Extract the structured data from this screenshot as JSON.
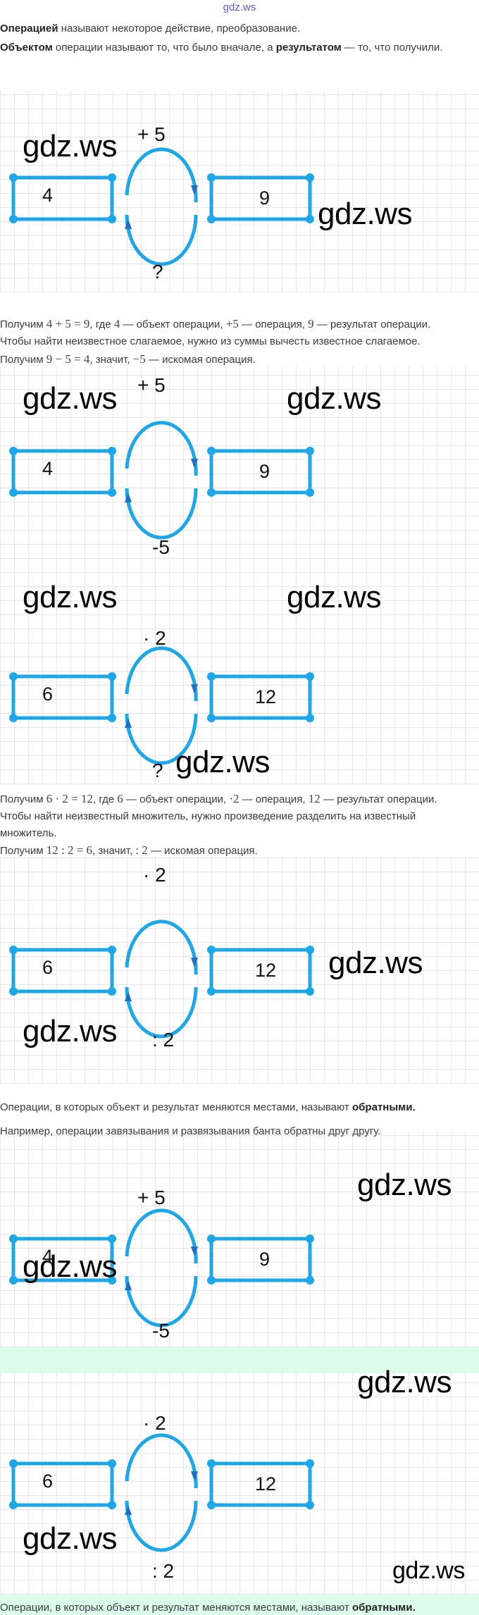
{
  "header": {
    "watermark": "gdz.ws"
  },
  "watermark": "gdz.ws",
  "paragraphs": [
    {
      "segments": [
        {
          "t": "Операцией",
          "s": "b"
        },
        {
          "t": " называют некоторое действие, преобразование.",
          "s": "n"
        }
      ]
    },
    {
      "segments": [
        {
          "t": "Объектом",
          "s": "b"
        },
        {
          "t": " операции называют то, что было вначале, а ",
          "s": "n"
        },
        {
          "t": "результатом",
          "s": "b"
        },
        {
          "t": " — то, что получили.",
          "s": "n"
        }
      ]
    },
    {
      "segments": [
        {
          "t": "Получим ",
          "s": "n"
        },
        {
          "t": "4 + 5 = 9",
          "s": "m"
        },
        {
          "t": ", где ",
          "s": "n"
        },
        {
          "t": "4",
          "s": "m"
        },
        {
          "t": " — объект операции, ",
          "s": "n"
        },
        {
          "t": "+5",
          "s": "m"
        },
        {
          "t": " — операция, ",
          "s": "n"
        },
        {
          "t": "9",
          "s": "m"
        },
        {
          "t": " — результат операции.",
          "s": "n"
        }
      ]
    },
    {
      "segments": [
        {
          "t": "Чтобы найти неизвестное слагаемое, нужно из суммы вычесть известное слагаемое.",
          "s": "n"
        }
      ]
    },
    {
      "segments": [
        {
          "t": "Получим ",
          "s": "n"
        },
        {
          "t": "9 − 5 = 4",
          "s": "m"
        },
        {
          "t": ", значит, ",
          "s": "n"
        },
        {
          "t": "−5",
          "s": "m"
        },
        {
          "t": " — искомая операция.",
          "s": "n"
        }
      ]
    },
    {
      "segments": [
        {
          "t": "Получим ",
          "s": "n"
        },
        {
          "t": "6 · 2 = 12",
          "s": "m"
        },
        {
          "t": ", где ",
          "s": "n"
        },
        {
          "t": "6",
          "s": "m"
        },
        {
          "t": " — объект операции, ",
          "s": "n"
        },
        {
          "t": "·2",
          "s": "m"
        },
        {
          "t": " — операция, ",
          "s": "n"
        },
        {
          "t": "12",
          "s": "m"
        },
        {
          "t": " — результат операции.",
          "s": "n"
        }
      ]
    },
    {
      "segments": [
        {
          "t": "Чтобы найти неизвестный множитель, нужно произведение разделить на известный",
          "s": "n"
        }
      ]
    },
    {
      "segments": [
        {
          "t": "множитель.",
          "s": "n"
        }
      ]
    },
    {
      "segments": [
        {
          "t": "Получим ",
          "s": "n"
        },
        {
          "t": "12 : 2 = 6",
          "s": "m"
        },
        {
          "t": ", значит, ",
          "s": "n"
        },
        {
          "t": ": 2",
          "s": "m"
        },
        {
          "t": " — искомая операция.",
          "s": "n"
        }
      ]
    },
    {
      "segments": [
        {
          "t": "Операции, в которых объект и результат меняются местами, называют ",
          "s": "n"
        },
        {
          "t": "обратными.",
          "s": "b"
        }
      ]
    },
    {
      "segments": [
        {
          "t": "Например, операции завязывания и развязывания банта обратны друг другу.",
          "s": "n"
        }
      ]
    },
    {
      "segments": [
        {
          "t": "Операции, в которых объект и результат меняются местами, называют ",
          "s": "n"
        },
        {
          "t": "обратными.",
          "s": "b"
        }
      ]
    }
  ],
  "diagrams": [
    {
      "left": "4",
      "right": "9",
      "top_label": "+ 5",
      "bottom_label": "?"
    },
    {
      "left": "4",
      "right": "9",
      "top_label": "+ 5",
      "bottom_label": "-5"
    },
    {
      "left": "6",
      "right": "12",
      "top_label": "· 2",
      "bottom_label": "?"
    },
    {
      "left": "6",
      "right": "12",
      "top_label": "· 2",
      "bottom_label": ": 2"
    },
    {
      "left": "4",
      "right": "9",
      "top_label": "+ 5",
      "bottom_label": "-5"
    },
    {
      "left": "6",
      "right": "12",
      "top_label": "· 2",
      "bottom_label": ": 2"
    }
  ],
  "colors": {
    "diagram_blue": "#1ea7e8",
    "arrow_blue": "#1f6fc4",
    "highlight_band": "#dcfdeb",
    "grid_line": "#e6e6e6"
  }
}
